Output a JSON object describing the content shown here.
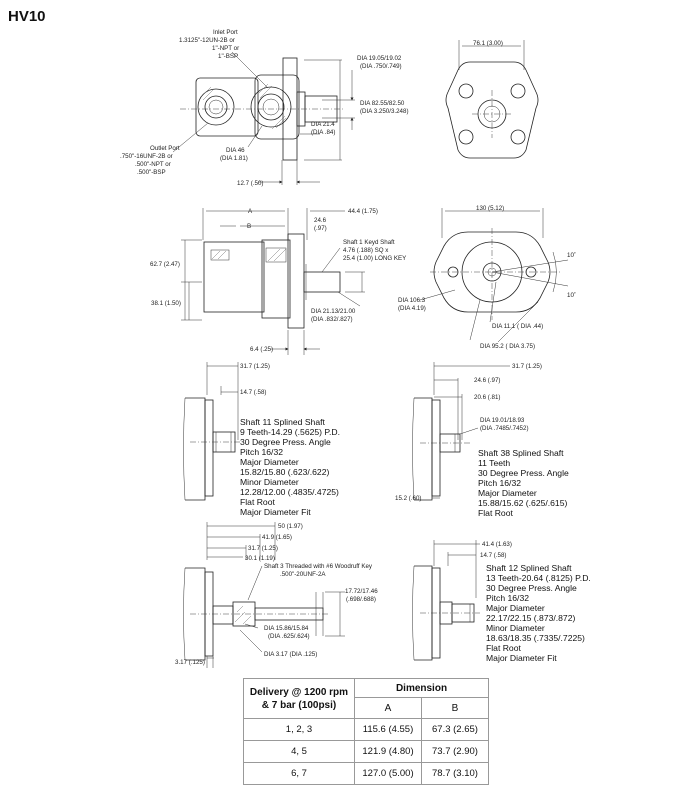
{
  "page": {
    "title": "HV10"
  },
  "view1": {
    "inlet_port": "Inlet Port",
    "inlet_spec1": "1.3125\"-12UN-2B or",
    "inlet_spec2": "1\"-NPT or",
    "inlet_spec3": "1\"-BSP",
    "outlet_port": "Outlet Port",
    "outlet_spec1": ".750\"-16UNF-2B or",
    "outlet_spec2": ".500\"-NPT or",
    "outlet_spec3": ".500\"-BSP",
    "dia46a": "DIA  46",
    "dia46b": "(DIA 1.81)",
    "dia21a": "DIA 21.4",
    "dia21b": "(DIA .84)",
    "dia19a": "DIA 19.05/19.02",
    "dia19b": "(DIA .750/.749)",
    "dia82a": "DIA 82.55/82.50",
    "dia82b": "(DIA 3.250/3.248)",
    "dim127": "12.7 (.50)",
    "dim761": "76.1 (3.00)"
  },
  "view2": {
    "dimA": "A",
    "dimB": "B",
    "dim444": "44.4 (1.75)",
    "dim246a": "24.6",
    "dim246b": "(.97)",
    "dim627": "62.7 (2.47)",
    "dim381": "38.1 (1.50)",
    "dim64": "6.4 (.25)",
    "shaft1a": "Shaft 1 Keyd Shaft",
    "shaft1b": "4.76 (.188) SQ x",
    "shaft1c": "25.4 (1.00) LONG KEY",
    "dia2113a": "DIA 21.13/21.00",
    "dia2113b": "(DIA .832/.827)",
    "dim130": "130 (5.12)",
    "ang1": "10˚",
    "ang2": "10˚",
    "dia1063a": "DIA 106.3",
    "dia1063b": "(DIA 4.19)",
    "dia111": "DIA 11.1 ( DIA .44)",
    "dia952": "DIA 95.2 ( DIA 3.75)"
  },
  "view3": {
    "dim317": "31.7 (1.25)",
    "dim147": "14.7 (.58)",
    "shaft11": [
      "Shaft 11 Splined Shaft",
      "9 Teeth-14.29 (.5625) P.D.",
      "30 Degree Press. Angle",
      "Pitch 16/32",
      "Major Diameter",
      "15.82/15.80 (.623/.622)",
      "Minor Diameter",
      "12.28/12.00 (.4835/.4725)",
      "Flat Root",
      "Major Diameter Fit"
    ]
  },
  "view4": {
    "dim317": "31.7 (1.25)",
    "dim246": "24.6 (.97)",
    "dim206": "20.6 (.81)",
    "dia1901a": "DIA 19.01/18.93",
    "dia1901b": "(DIA .7485/.7452)",
    "dim152": "15.2 (.60)",
    "shaft38": [
      "Shaft 38 Splined Shaft",
      "11 Teeth",
      "30 Degree Press. Angle",
      "Pitch 16/32",
      "Major Diameter",
      "15.88/15.62 (.625/.615)",
      "Flat Root"
    ]
  },
  "view5": {
    "dim50": "50 (1.97)",
    "dim419": "41.9 (1.65)",
    "dim317": "31.7 (1.25)",
    "dim301": "30.1 (1.19)",
    "shaft3a": "Shaft 3 Threaded with #6 Woodruff Key",
    "shaft3b": ".500\"-20UNF-2A",
    "dim1772a": "17.72/17.46",
    "dim1772b": "(.698/.688)",
    "dia1586a": "DIA 15.86/15.84",
    "dia1586b": "(DIA .625/.624)",
    "dia317": "DIA 3.17 (DIA .125)",
    "dim317b": "3.17 (.125)"
  },
  "view6": {
    "dim414": "41.4 (1.63)",
    "dim147": "14.7 (.58)",
    "shaft12": [
      "Shaft 12 Splined Shaft",
      "13 Teeth-20.64 (.8125) P.D.",
      "30 Degree Press. Angle",
      "Pitch 16/32",
      "Major Diameter",
      "22.17/22.15 (.873/.872)",
      "Minor Diameter",
      "18.63/18.35 (.7335/.7225)",
      "Flat Root",
      "Major Diameter Fit"
    ]
  },
  "table": {
    "header_delivery_line1": "Delivery @ 1200 rpm",
    "header_delivery_line2": "& 7 bar (100psi)",
    "header_dimension": "Dimension",
    "col_a": "A",
    "col_b": "B",
    "rows": [
      {
        "delivery": "1, 2, 3",
        "a": "115.6 (4.55)",
        "b": "67.3 (2.65)"
      },
      {
        "delivery": "4, 5",
        "a": "121.9 (4.80)",
        "b": "73.7 (2.90)"
      },
      {
        "delivery": "6, 7",
        "a": "127.0 (5.00)",
        "b": "78.7 (3.10)"
      }
    ]
  }
}
